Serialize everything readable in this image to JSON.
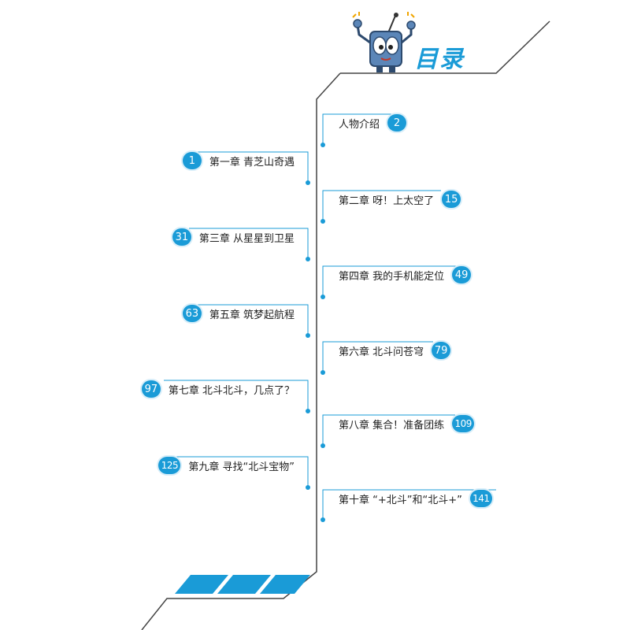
{
  "title": "目录",
  "colors": {
    "accent": "#1a9bd7",
    "line": "#444444"
  },
  "entries": [
    {
      "label": "人物介绍",
      "page": "2"
    },
    {
      "label": "第一章  青芝山奇遇",
      "page": "1"
    },
    {
      "label": "第二章  呀！上太空了",
      "page": "15"
    },
    {
      "label": "第三章  从星星到卫星",
      "page": "31"
    },
    {
      "label": "第四章  我的手机能定位",
      "page": "49"
    },
    {
      "label": "第五章  筑梦起航程",
      "page": "63"
    },
    {
      "label": "第六章  北斗问苍穹",
      "page": "79"
    },
    {
      "label": "第七章  北斗北斗，几点了？",
      "page": "97"
    },
    {
      "label": "第八章  集合！准备团练",
      "page": "109"
    },
    {
      "label": "第九章  寻找“北斗宝物”",
      "page": "125"
    },
    {
      "label": "第十章  “+北斗”和“北斗+”",
      "page": "141"
    }
  ]
}
